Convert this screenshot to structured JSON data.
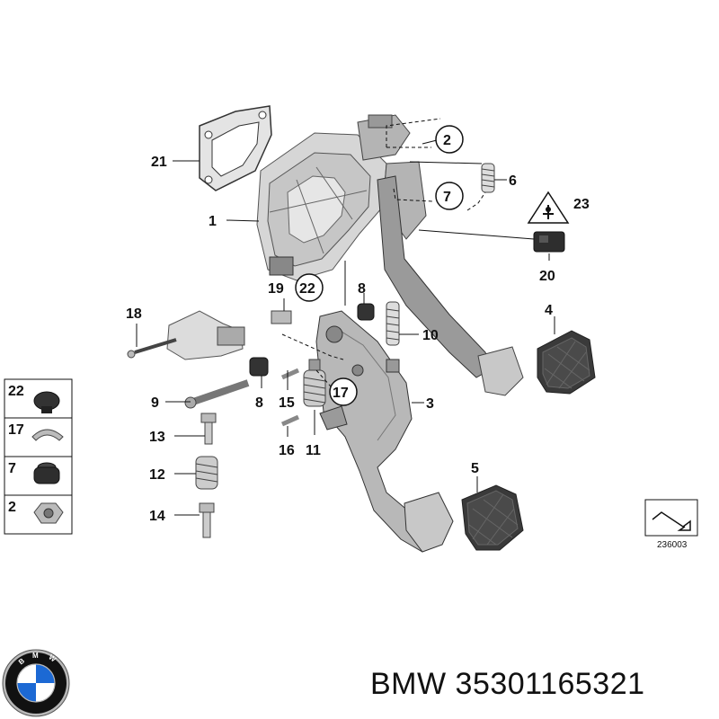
{
  "caption": {
    "brand": "BMW",
    "part_number": "35301165321"
  },
  "logo": {
    "text": "BMW",
    "colors": {
      "ring": "#111111",
      "blue": "#1c69d4",
      "white": "#ffffff",
      "chrome": "#b8b8b8"
    }
  },
  "diagram_code": "236003",
  "callouts": {
    "n1": "1",
    "n2": "2",
    "n3": "3",
    "n4": "4",
    "n5": "5",
    "n6": "6",
    "n7": "7",
    "n8a": "8",
    "n8b": "8",
    "n9": "9",
    "n10": "10",
    "n11": "11",
    "n12": "12",
    "n13": "13",
    "n14": "14",
    "n15": "15",
    "n16": "16",
    "n17": "17",
    "n18": "18",
    "n19": "19",
    "n20": "20",
    "n21": "21",
    "n22": "22",
    "n23": "23"
  },
  "legend": [
    {
      "number": "22",
      "icon": "grommet-icon"
    },
    {
      "number": "17",
      "icon": "clip-ring-icon"
    },
    {
      "number": "7",
      "icon": "rubber-bush-icon"
    },
    {
      "number": "2",
      "icon": "hex-nut-icon"
    }
  ]
}
